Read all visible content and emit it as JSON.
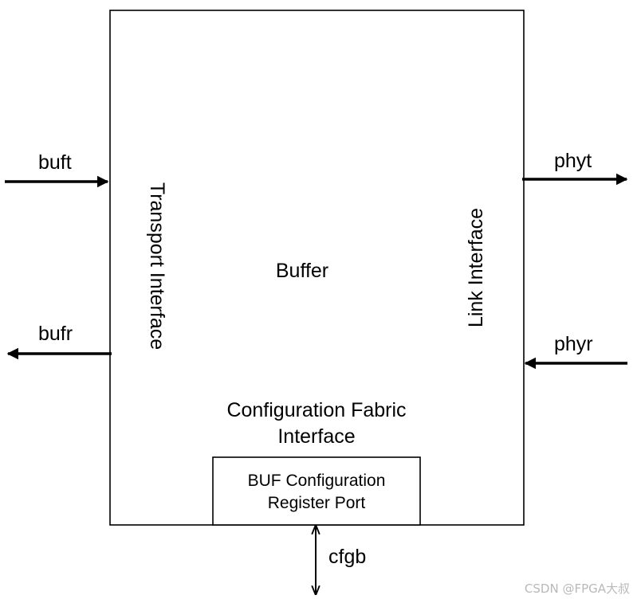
{
  "block": {
    "main_label": "Buffer",
    "left_interface": "Transport Interface",
    "right_interface": "Link Interface",
    "config_interface_line1": "Configuration Fabric",
    "config_interface_line2": "Interface",
    "register_port_line1": "BUF Configuration",
    "register_port_line2": "Register Port"
  },
  "signals": {
    "buft": "buft",
    "bufr": "bufr",
    "phyt": "phyt",
    "phyr": "phyr",
    "cfgb": "cfgb"
  },
  "watermark": "CSDN @FPGA大叔"
}
